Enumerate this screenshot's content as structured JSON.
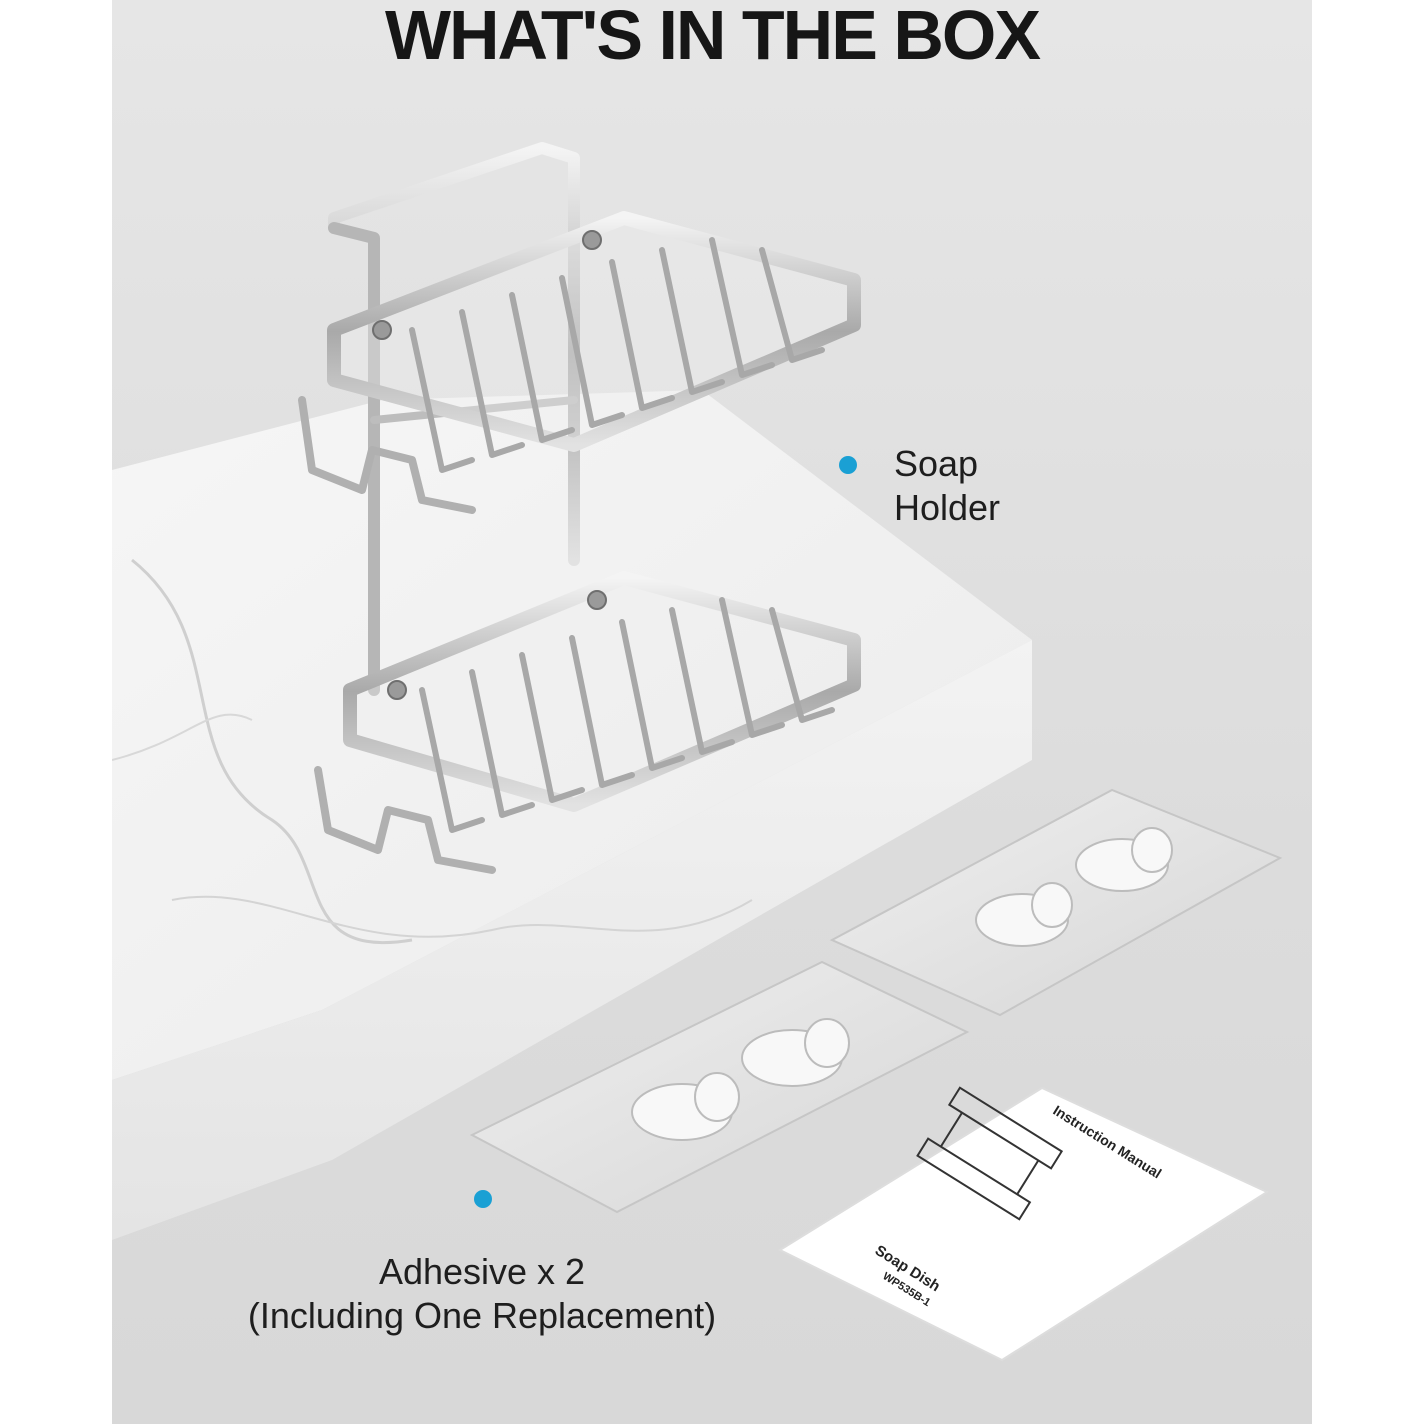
{
  "header": {
    "title": "WHAT'S IN THE BOX"
  },
  "items": {
    "soap_holder": {
      "label": "Soap Holder"
    },
    "adhesive": {
      "label_line1": "Adhesive x 2",
      "label_line2": "(Including One Replacement)"
    },
    "manual": {
      "title": "Instruction Manual",
      "product": "Soap Dish",
      "model": "WP535B-1"
    }
  },
  "colors": {
    "accent_dot": "#1aa0d4",
    "text": "#161616",
    "background": "#dedede"
  }
}
